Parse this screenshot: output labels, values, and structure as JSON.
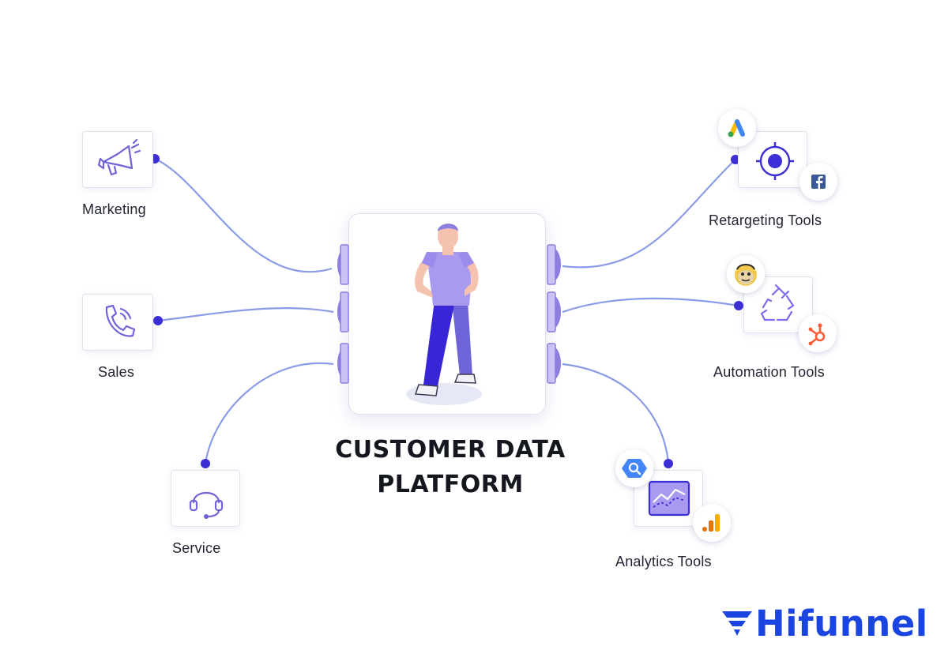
{
  "diagram": {
    "center": {
      "title_line1": "CUSTOMER DATA",
      "title_line2": "PLATFORM",
      "figure_icon": "standing-person-icon"
    },
    "left_nodes": [
      {
        "label": "Marketing",
        "icon": "megaphone-icon"
      },
      {
        "label": "Sales",
        "icon": "phone-icon"
      },
      {
        "label": "Service",
        "icon": "headset-icon"
      }
    ],
    "right_nodes": [
      {
        "label": "Retargeting Tools",
        "icon": "target-icon",
        "badges": [
          "google-ads-icon",
          "facebook-icon"
        ]
      },
      {
        "label": "Automation Tools",
        "icon": "recycle-icon",
        "badges": [
          "mailchimp-icon",
          "hubspot-icon"
        ]
      },
      {
        "label": "Analytics Tools",
        "icon": "line-chart-icon",
        "badges": [
          "bigquery-icon",
          "google-analytics-icon"
        ]
      }
    ],
    "colors": {
      "connector": "#8b9be8",
      "dot": "#3b2ed6",
      "accent": "#7b6cf0",
      "text": "#222533"
    }
  },
  "brand": {
    "name": "Hifunnel",
    "color": "#1a45e0"
  }
}
